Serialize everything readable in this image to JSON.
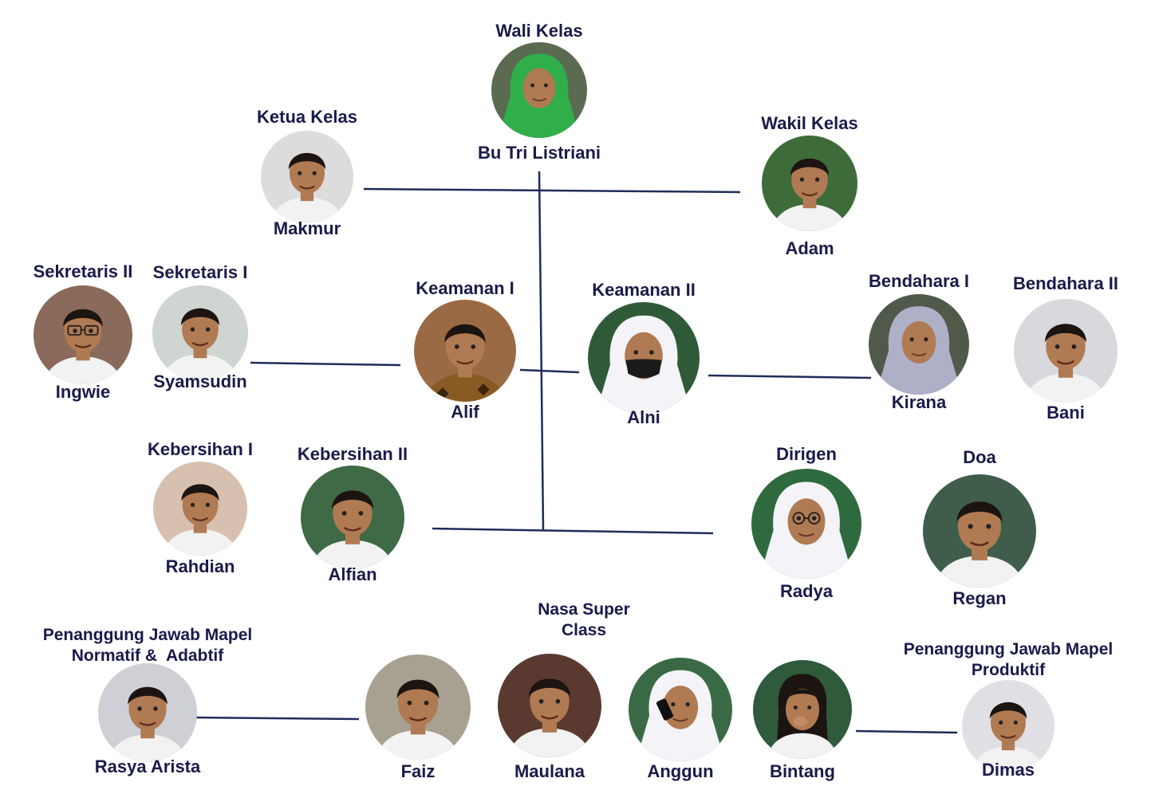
{
  "chart_title": "",
  "colors": {
    "text": "#1a1a4a",
    "line": "#1f2d5a",
    "skin": "#b07a52",
    "hair": "#1c1410",
    "uniform": "#f2f2f2",
    "hijab_green": "#2fae4a",
    "hijab_white": "#f4f4f8",
    "hijab_grey": "#aeb0c8"
  },
  "group_title": "Nasa Super\nClass",
  "members": [
    {
      "id": "wali",
      "role": "Wali Kelas",
      "name": "Bu Tri Listriani",
      "attire": "hijab-green",
      "bg": "#5a6b52"
    },
    {
      "id": "ketua",
      "role": "Ketua Kelas",
      "name": "Makmur",
      "attire": "boy",
      "bg": "#dcdcdc"
    },
    {
      "id": "wakil",
      "role": "Wakil Kelas",
      "name": "Adam",
      "attire": "boy",
      "bg": "#3d6b3a"
    },
    {
      "id": "sek2",
      "role": "Sekretaris II",
      "name": "Ingwie",
      "attire": "boy-glasses",
      "bg": "#8a6a5a"
    },
    {
      "id": "sek1",
      "role": "Sekretaris I",
      "name": "Syamsudin",
      "attire": "boy",
      "bg": "#cfd5d0"
    },
    {
      "id": "keam1",
      "role": "Keamanan I",
      "name": "Alif",
      "attire": "boy-batik",
      "bg": "#9a6a45"
    },
    {
      "id": "keam2",
      "role": "Keamanan II",
      "name": "Alni",
      "attire": "hijab-white-mask",
      "bg": "#2f5a38"
    },
    {
      "id": "bend1",
      "role": "Bendahara I",
      "name": "Kirana",
      "attire": "hijab-grey",
      "bg": "#4f5a4a"
    },
    {
      "id": "bend2",
      "role": "Bendahara II",
      "name": "Bani",
      "attire": "boy",
      "bg": "#d9d9dd"
    },
    {
      "id": "keb1",
      "role": "Kebersihan I",
      "name": "Rahdian",
      "attire": "boy",
      "bg": "#d8c0b0"
    },
    {
      "id": "keb2",
      "role": "Kebersihan II",
      "name": "Alfian",
      "attire": "boy",
      "bg": "#3e6a45"
    },
    {
      "id": "dirigen",
      "role": "Dirigen",
      "name": "Radya",
      "attire": "hijab-white-glasses",
      "bg": "#2f6a3e"
    },
    {
      "id": "doa",
      "role": "Doa",
      "name": "Regan",
      "attire": "boy",
      "bg": "#3f5d4a"
    },
    {
      "id": "pjnorm",
      "role": "Penanggung Jawab Mapel\nNormatif &  Adabtif",
      "name": "Rasya Arista",
      "attire": "boy",
      "bg": "#cfcfd6"
    },
    {
      "id": "faiz",
      "role": "",
      "name": "Faiz",
      "attire": "boy",
      "bg": "#a8a090"
    },
    {
      "id": "maulana",
      "role": "",
      "name": "Maulana",
      "attire": "boy",
      "bg": "#5a3a30"
    },
    {
      "id": "anggun",
      "role": "",
      "name": "Anggun",
      "attire": "hijab-white-phone",
      "bg": "#3a6a45"
    },
    {
      "id": "bintang",
      "role": "",
      "name": "Bintang",
      "attire": "girl",
      "bg": "#2f5a3c"
    },
    {
      "id": "pjprod",
      "role": "Penanggung Jawab Mapel\nProduktif",
      "name": "Dimas",
      "attire": "boy",
      "bg": "#e0e0e4"
    }
  ]
}
